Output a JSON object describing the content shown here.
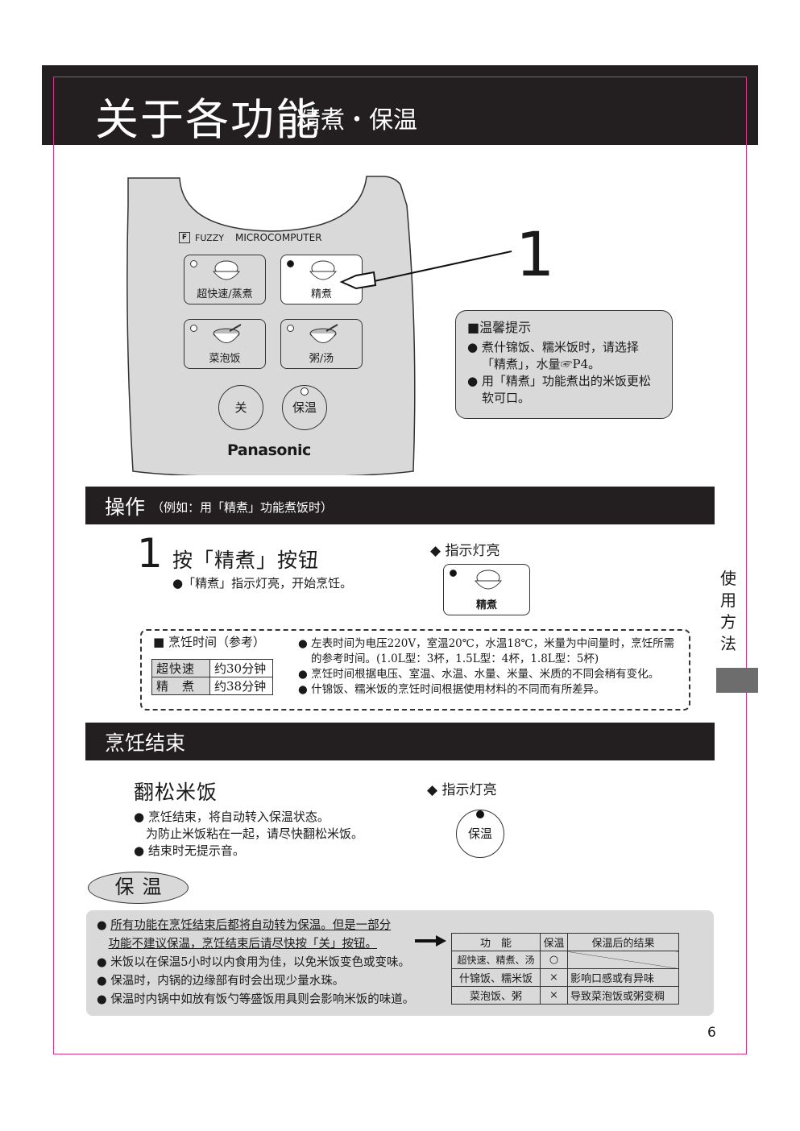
{
  "header": {
    "title": "关于各功能",
    "subtitle": "精煮・保温"
  },
  "panel": {
    "brand_fuzzy": "FUZZY",
    "brand_micro": "MICROCOMPUTER",
    "buttons": [
      "超快速/蒸煮",
      "精煮",
      "菜泡饭",
      "粥/汤"
    ],
    "off_label": "关",
    "keep_label": "保温",
    "logo": "Panasonic",
    "callout_number": "1"
  },
  "tip": {
    "title": "■温馨提示",
    "lines": [
      "● 煮什锦饭、糯米饭时，请选择「精煮」，水量☞P4。",
      "● 用「精煮」功能煮出的米饭更松软可口。"
    ]
  },
  "operation": {
    "heading": "操作",
    "sub": "（例如：用「精煮」功能煮饭时）",
    "step_number": "1",
    "step_title": "按「精煮」按钮",
    "step_desc": "●「精煮」指示灯亮，开始烹饪。",
    "indicator_label": "◆ 指示灯亮",
    "indicator_button": "精煮"
  },
  "cook_time": {
    "title": "■ 烹饪时间（参考）",
    "rows": [
      [
        "超快速",
        "约30分钟"
      ],
      [
        "精　煮",
        "约38分钟"
      ]
    ],
    "notes": [
      "● 左表时间为电压220V，室温20℃，水温18℃，米量为中间量时，烹饪所需的参考时间。(1.0L型：3杯，1.5L型：4杯，1.8L型：5杯)",
      "● 烹饪时间根据电压、室温、水温、水量、米量、米质的不同会稍有变化。",
      "● 什锦饭、糯米饭的烹饪时间根据使用材料的不同而有所差异。"
    ]
  },
  "finish": {
    "heading": "烹饪结束",
    "title": "翻松米饭",
    "lines": [
      "● 烹饪结束，将自动转入保温状态。",
      "　为防止米饭粘在一起，请尽快翻松米饭。",
      "● 结束时无提示音。"
    ],
    "indicator_label": "◆ 指示灯亮",
    "indicator_button": "保温"
  },
  "keep_warm": {
    "oval": "保温",
    "line1a": "所有功能在烹饪结束后都将自动转为保温。但是一部分",
    "line1b": "功能不建议保温，烹饪结束后请尽快按「关」按钮。",
    "lines": [
      "● 米饭以在保温5小时以内食用为佳，以免米饭变色或变味。",
      "● 保温时，内锅的边缘部有时会出现少量水珠。",
      "● 保温时内锅中如放有饭勺等盛饭用具则会影响米饭的味道。"
    ],
    "table_head": [
      "功　能",
      "保温",
      "保温后的结果"
    ],
    "table_rows": [
      [
        "超快速、精煮、汤",
        "○",
        ""
      ],
      [
        "什锦饭、糯米饭",
        "×",
        "影响口感或有异味"
      ],
      [
        "菜泡饭、粥",
        "×",
        "导致菜泡饭或粥变稠"
      ]
    ]
  },
  "side_tab": [
    "使",
    "用",
    "方",
    "法"
  ],
  "page_number": "6"
}
